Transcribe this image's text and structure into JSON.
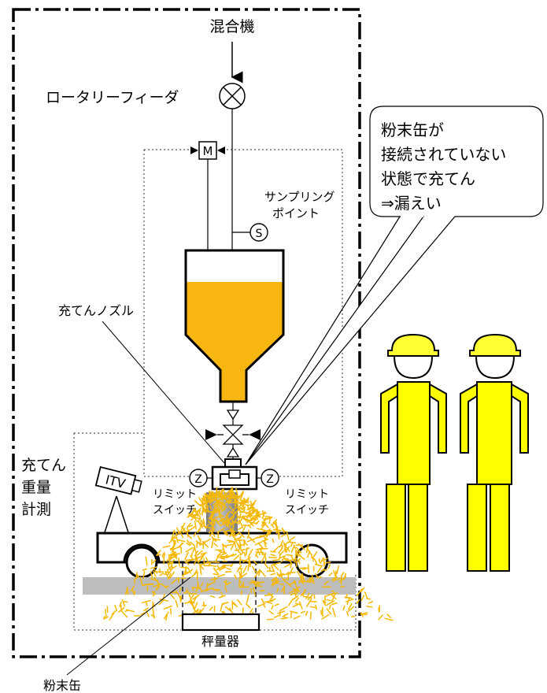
{
  "labels": {
    "mixer": "混合機",
    "rotary_feeder": "ロータリーフィーダ",
    "motor": "M",
    "sampling_point": [
      "サンプリング",
      "ポイント"
    ],
    "sampling_symbol": "S",
    "filling_nozzle": "充てんノズル",
    "weighing": [
      "充てん",
      "重量",
      "計測"
    ],
    "itv": "ITV",
    "limit_switch_left": [
      "リミット",
      "スイッチ"
    ],
    "limit_switch_right": [
      "リミット",
      "スイッチ"
    ],
    "limit_symbol": "Z",
    "scale": "秤量器",
    "powder_can": "粉末缶"
  },
  "callout": {
    "lines": [
      "粉末缶が",
      "接続されていない",
      "状態で充てん",
      "⇒漏えい"
    ]
  },
  "colors": {
    "powder": "#f5b800",
    "hopper_fill": "#f7b710",
    "worker": "#ffff00",
    "helmet": "#ffff33",
    "floor": "#bdbdbd",
    "column": "#8c8c8c"
  },
  "icons": [
    "valve-cross-icon",
    "motor-icon",
    "sampling-point-icon",
    "limit-switch-icon",
    "itv-camera-icon",
    "worker-icon"
  ]
}
